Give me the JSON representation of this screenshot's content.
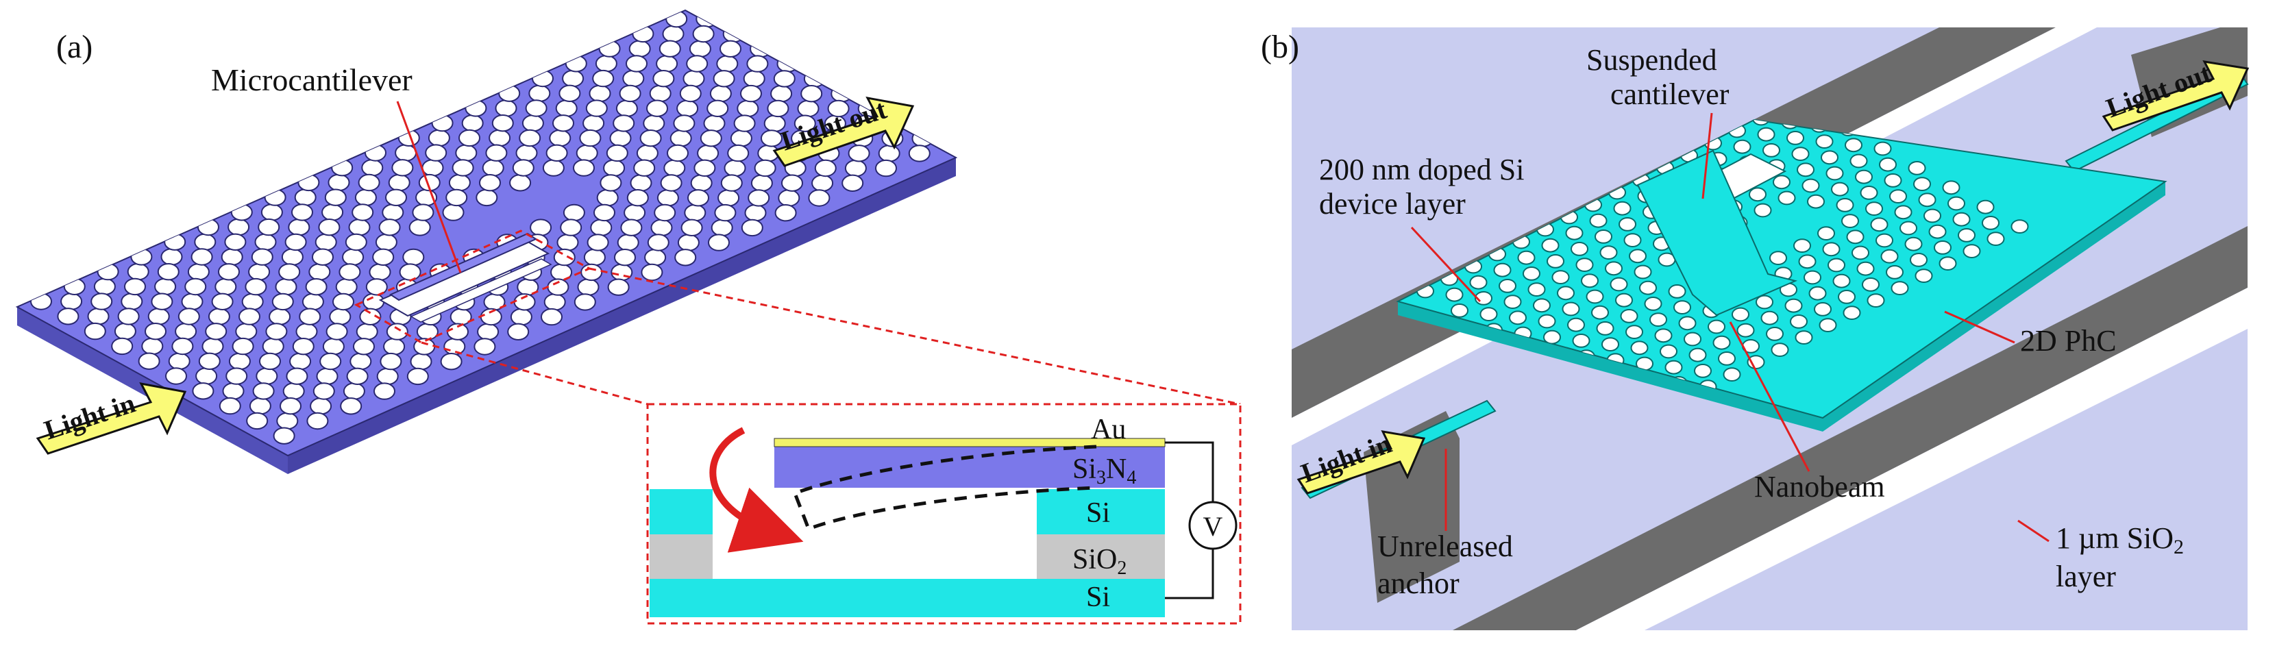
{
  "panel_a": {
    "tag": "(a)",
    "cantilever_label": "Microcantilever",
    "light_in": "Light in",
    "light_out": "Light out",
    "inset": {
      "layers": {
        "au": "Au",
        "si3n4_main": "Si",
        "si3n4_sub": "3",
        "si3n4_n": "N",
        "si3n4_sub2": "4",
        "si_upper": "Si",
        "sio2_main": "SiO",
        "sio2_sub": "2",
        "si_substrate": "Si"
      },
      "voltmeter": "V"
    }
  },
  "panel_b": {
    "tag": "(b)",
    "suspended_line1": "Suspended",
    "suspended_line2": "cantilever",
    "device_line1": "200 nm doped Si",
    "device_line2": "device layer",
    "phc": "2D PhC",
    "nanobeam": "Nanobeam",
    "anchor_line1": "Unreleased",
    "anchor_line2": "anchor",
    "oxide_line1_main": "1 µm SiO",
    "oxide_line1_sub": "2",
    "oxide_line2": "layer",
    "light_in": "Light in",
    "light_out": "Light out"
  },
  "colors": {
    "slab_a": "#7b78ea",
    "slab_a_side": "#5250b8",
    "slab_b": "#18e3e1",
    "slab_b_side": "#0fb3b1",
    "substrate_b": "#c9cdf0",
    "trench_b": "#6c6c6c",
    "arrow_fill": "#fafa78",
    "callout_red": "#e02020",
    "si_layer": "#20e6e6",
    "si3n4_layer": "#7b78ea",
    "au_layer": "#f2f26a",
    "sio2_layer": "#c8c8c8"
  }
}
